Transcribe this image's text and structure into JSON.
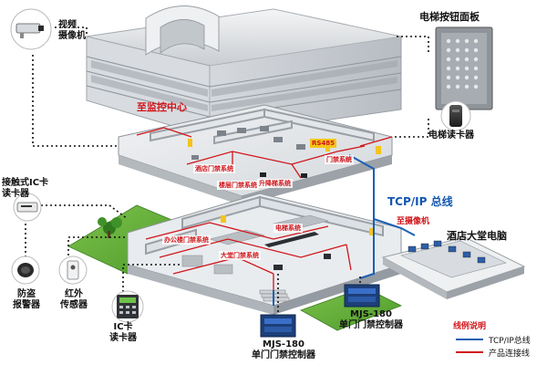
{
  "labels": {
    "video_camera": [
      "视频",
      "摄像机"
    ],
    "elevator_panel": "电梯按钮面板",
    "monitor_center": "至监控中心",
    "elevator_reader": "电梯读卡器",
    "contact_reader": [
      "接触式IC卡",
      "读卡器"
    ],
    "alarm": [
      "防盗",
      "报警器"
    ],
    "ir_sensor": [
      "红外",
      "传感器"
    ],
    "ic_reader": [
      "IC卡",
      "读卡器"
    ],
    "controller_left": [
      "MJS-180",
      "单门门禁控制器"
    ],
    "controller_right": [
      "MJS-180",
      "单门门禁控制器"
    ],
    "tcpip_bus": "TCP/IP 总线",
    "to_camera": "至摄像机",
    "lobby_pc": "酒店大堂电脑"
  },
  "plates": {
    "hotel_door": "酒店门禁系统",
    "lift": "升降梯系统",
    "rs485": "RS485",
    "access_system": "门禁系统",
    "floor_door": "楼层门禁系统",
    "elevator_sys": "电梯系统",
    "lobby_door": "大堂门禁系统",
    "office_door": "办公楼门禁系统"
  },
  "legend": {
    "title": "线例说明",
    "items": [
      {
        "label": "TCP/IP总线",
        "color": "#1a5fb4"
      },
      {
        "label": "产品连接线",
        "color": "#d0161b"
      }
    ]
  },
  "colors": {
    "tcpip_line": "#1a5fb4",
    "product_line": "#d0161b",
    "dotted_link": "#111111",
    "accent_red": "#d0161b"
  }
}
